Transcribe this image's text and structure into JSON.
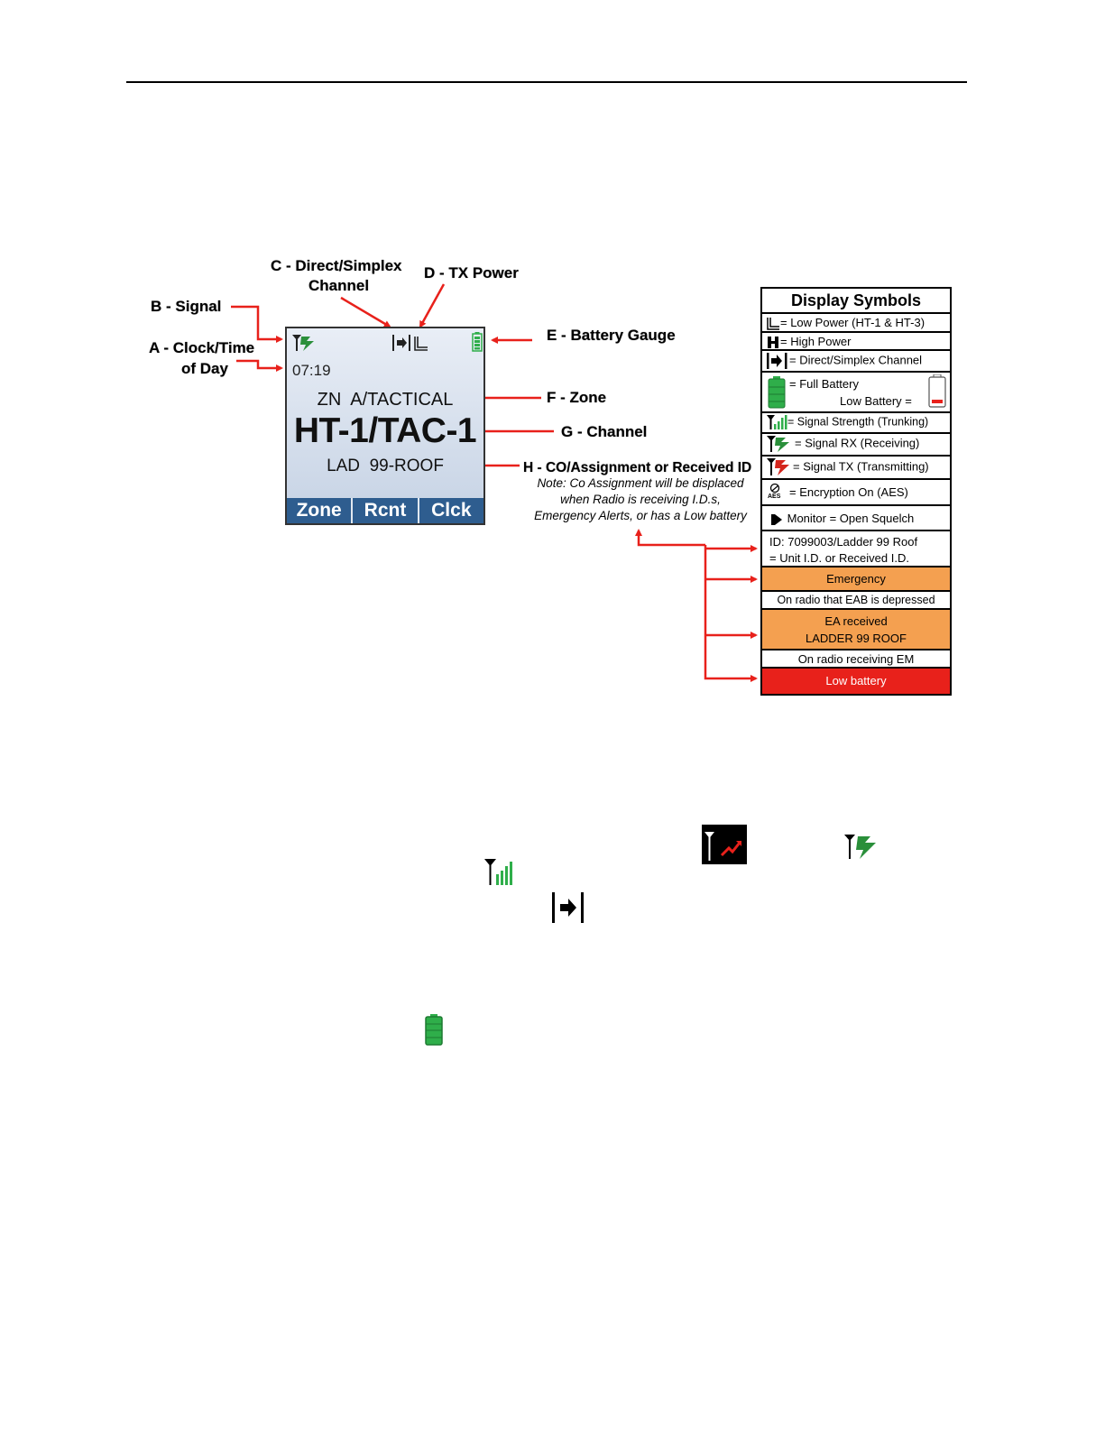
{
  "callouts": {
    "b_signal": "B - Signal",
    "a_clock_line1": "A - Clock/Time",
    "a_clock_line2": "of Day",
    "c_direct_line1": "C - Direct/Simplex",
    "c_direct_line2": "Channel",
    "d_tx_power": "D - TX Power",
    "e_battery": "E - Battery Gauge",
    "f_zone": "F - Zone",
    "g_channel": "G - Channel",
    "h_co": "H - CO/Assignment or Received ID",
    "note_line1": "Note: Co Assignment will be displaced",
    "note_line2": "when Radio is receiving I.D.s,",
    "note_line3": "Emergency Alerts, or has a Low battery"
  },
  "radio_screen": {
    "time": "07:19",
    "zone": "ZN  A/TACTICAL",
    "channel": "HT-1/TAC-1",
    "co_assignment": "LAD  99-ROOF",
    "softkeys": [
      "Zone",
      "Rcnt",
      "Clck"
    ]
  },
  "legend": {
    "title": "Display Symbols",
    "low_power": "= Low Power (HT-1 & HT-3)",
    "high_power": "= High Power",
    "direct": "= Direct/Simplex Channel",
    "full_battery": "= Full Battery",
    "low_battery": "Low Battery =",
    "signal_strength": "= Signal Strength (Trunking)",
    "signal_rx": "= Signal RX (Receiving)",
    "signal_tx": "= Signal TX (Transmitting)",
    "encryption": "= Encryption On (AES)",
    "aes_label": "AES",
    "monitor": "Monitor = Open Squelch",
    "id_line1": "ID: 7099003/Ladder 99 Roof",
    "id_line2": "= Unit I.D. or Received I.D.",
    "emergency": "Emergency",
    "emergency_note": "On radio that EAB is depressed",
    "ea_line1": "EA received",
    "ea_line2": "LADDER 99 ROOF",
    "ea_note": "On radio receiving EM",
    "low_battery_alert": "Low battery"
  },
  "colors": {
    "arrow_red": "#e8211b",
    "battery_green": "#2fae4a",
    "emergency_orange": "#f4a050",
    "low_battery_red": "#e8211b",
    "softkey_blue": "#2e5d8f"
  }
}
